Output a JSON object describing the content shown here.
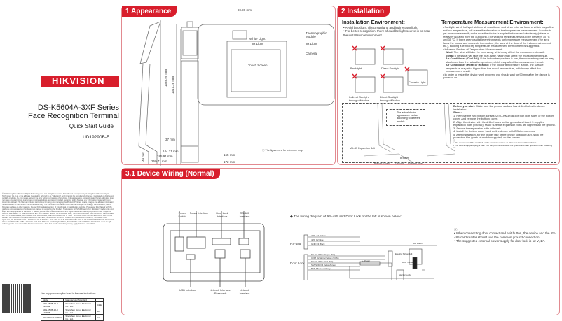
{
  "cover": {
    "brand": "HIKVISION",
    "model": "DS-K5604A-3XF  Series",
    "product": "Face  Recognition  Terminal",
    "guide": "Quick  Start  Guide",
    "doc_id": "UD19290B-F",
    "legal": "© 2021 Hangzhou Hikvision Digital Technology Co., Ltd. All rights reserved. This Manual is the property of Hangzhou Hikvision Digital Technology Co., Ltd. or its affiliates (hereinafter referred to as \"Hikvision\"), and it cannot be reproduced, changed, translated, or distributed, partially or wholly, by any means, without the prior written permission of Hikvision. Unless otherwise expressly stated herein, Hikvision does not make any warranties, guarantees or representations, express or implied, regarding to the Manual, any information contained herein. About this Manual: The Manual includes instructions for using and managing the Product. Pictures, charts, images and all other information hereinafter are for description and explanation only. The information contained in the Manual is subject to change, without notice, due to firmware updates or other reasons. Please find the latest version of this Manual at the Hikvision website. Please use this Manual with the guidance and assistance of professionals trained in supporting the Product. Trademarks: HIKVISION and other Hikvision's trademarks and logos are the properties of Hikvision in various jurisdictions. Other trademarks and logos mentioned are the properties of their respective owners. Disclaimer: TO THE MAXIMUM EXTENT PERMITTED BY APPLICABLE LAW, THIS MANUAL AND THE PRODUCT DESCRIBED, WITH ITS HARDWARE, SOFTWARE AND FIRMWARE, ARE PROVIDED \"AS IS\" AND \"WITH ALL FAULTS AND ERRORS\". HIKVISION MAKES NO WARRANTIES, EXPRESS OR IMPLIED, INCLUDING WITHOUT LIMITATION, MERCHANTABILITY, SATISFACTORY QUALITY, OR FITNESS FOR A PARTICULAR PURPOSE. THE USE OF THE PRODUCT BY YOU IS AT YOUR OWN RISK. IN NO EVENT WILL HIKVISION BE LIABLE TO YOU FOR ANY SPECIAL, CONSEQUENTIAL, INCIDENTAL, OR INDIRECT DAMAGES. Scan the QR code to get the user manual for detailed information. Note that mobile data charges may apply if Wi-Fi is unavailable.",
    "power_note": "Use only power supplies listed in the user instructions:",
    "power_table": {
      "headers": [
        "Model",
        "Manufacturer Standard",
        ""
      ],
      "rows": [
        [
          "ADS-65RB-12-3 12065E",
          "Shenzhen Honor Electronic Co., Ltd.",
          "CEE"
        ],
        [
          "ADS-65RB-12-3 12065B",
          "Shenzhen Honor Electronic Co., Ltd.",
          "BS"
        ],
        [
          "DS-2000A-120060U",
          "Shenzhen Honor Electronic Co., Ltd.",
          "AU"
        ]
      ]
    }
  },
  "appearance": {
    "number": "1",
    "title": "Appearance",
    "dims": {
      "top": "69.96 mm",
      "h1": "1338.95 mm",
      "h2": "1347.28 mm",
      "d37": "37 mm",
      "d40": "40 mm",
      "w144": "144.71 mm",
      "w185": "185.91 mm",
      "w250": "250.71 mm",
      "w165": "165 mm",
      "w172": "172 mm"
    },
    "callouts": {
      "thermo": "Thermographic Module",
      "white": "White  Light",
      "ir_l": "IR  Light",
      "ir_r": "IR  Light",
      "camera": "Camera",
      "touch": "Touch Screen"
    },
    "note": "The figures are for reference only."
  },
  "installation": {
    "number": "2",
    "title": "Installation",
    "env_title": "Installation   Environment:",
    "env_items": [
      "Avoid backlight, direct sunlight, and indirect sunlight.",
      "For better recognition, there should be light source in or near the installation  environment."
    ],
    "env_pics": [
      "Backlight",
      "Direct  Sunlight",
      "Close to Light",
      "Indirect  Sunlight through  Window",
      "Direct  Sunlight through  Window"
    ],
    "temp_title": "Temperature Measurement Environment:",
    "temp_items": [
      "Sunlight, wind, hot/spot air from air conditioner and other external factors, which may affect surface temperature, will create the deviation of the temperature measurement. In order to get an accurate result, make sure the device is applied indoors and windlessly (where is relatively isolated from the outdoors). The working temperature should be between 10 °C and 35 °C. If there are no suitable environments for temperature measurement (the area faces the indoor and connects the outdoor, the area at the door of the indoor environment, etc.), building a temporary temperature measurement  environment  is suggested.",
      "Influence Factors  of Temperature  Measurement:"
    ],
    "factors": [
      {
        "k": "Wind:",
        "v": "The wind will take the heat away, which may affect the measurement result."
      },
      {
        "k": "Sweat:",
        "v": "The sweat will take the heat away, which may affect the measurement result."
      },
      {
        "k": "Air Conditioner (Cool Air):",
        "v": "If the indoor temperature is low, the surface temperature may also lower than the actual temperature, which may affect the measurement  result."
      },
      {
        "k": "Air Conditioner (Heat) or Heating:",
        "v": "If the indoor temperature is high, the surface temperature may also higher than the actual temperature, which may  affect the measurement  result."
      }
    ],
    "wait_note": "In order to make the device work properly, you should wait for 90 min after the device is powered on.",
    "appearance_note": "The actual device appearance varies according to different models.",
    "labels": {
      "bolt": "M6×65  Expansion  Bolt",
      "bracket": "Bracket",
      "screw": "Bottom  Screw",
      "ground": "Ground",
      "cover": "Bottom  Cover"
    },
    "before_k": "Before you start:",
    "before_v": "Make sure the ground surface has drilled holes for device installation.",
    "steps_title": "Steps:",
    "steps": [
      "1. Remove the two bottom screws (2-SC-KM3×5B-IMR) on both sides of the bottom cover. And remove the bottom cover.",
      "2. Align the device with the drilled holes on the ground and insert 3 supplied expansion bolts (M6×65). Make sure the expansion bolts are higher than the ground.",
      "3. Secure the expansion bolts with nuts.",
      "4. Install the bottom cover back on the device with 2 Bottom screws.",
      "5. After installation, for the proper use of the device (outdoor use), stick the protection film (parts of models supplied) on the screen."
    ],
    "notes": [
      "The device should be installed on the concrete surface or other non-flammable surfaces.",
      "The device supports plug & play. You can put the device on the ground and start operation after powering on."
    ]
  },
  "wiring": {
    "number": "3.1",
    "title": "Device Wiring (Normal)",
    "ports": {
      "switch": "Power Switch",
      "power": "Power Interface",
      "door": "Door Lock Interface",
      "rs485": "RS-485 Interface",
      "usb": "USB  Interface",
      "net_res": "Network Interface (Reserved)",
      "net": "Network Interface"
    },
    "intro": "The wiring diagram of RS-485 and Door Lock on the left is shown below:",
    "groups": [
      "RS-485",
      "Door Lock"
    ],
    "rs_pins": [
      [
        "485+",
        "C1",
        "Yellow"
      ],
      [
        "485-",
        "C2",
        "Blue"
      ],
      [
        "GND",
        "C3",
        "Black"
      ]
    ],
    "lock_pins": [
      [
        "NC",
        "D1",
        "White/Purple",
        "(NC)"
      ],
      [
        "COM",
        "D2",
        "White/Yellow",
        "(COM)"
      ],
      [
        "NO",
        "D3",
        "White/Red",
        "(NO)"
      ],
      [
        "SENSOR",
        "D4",
        "Yellow/Green",
        ""
      ],
      [
        "BTN",
        "D5",
        "Yellow/Gray",
        ""
      ]
    ],
    "devices": {
      "exit": "Exit Button",
      "strike": "Electric Strike/Bolt",
      "door_contact": "Door Contact",
      "lock": "Electric Lock",
      "power": "+ Power -"
    },
    "notes": [
      "When connecting door contact and exit button, the device and the RS-485 card reader should use the common ground connection.",
      "The suggested external power supply for door lock is 12 V, 1A."
    ]
  },
  "colors": {
    "brand": "#d81e2c",
    "border": "#e28a90"
  }
}
